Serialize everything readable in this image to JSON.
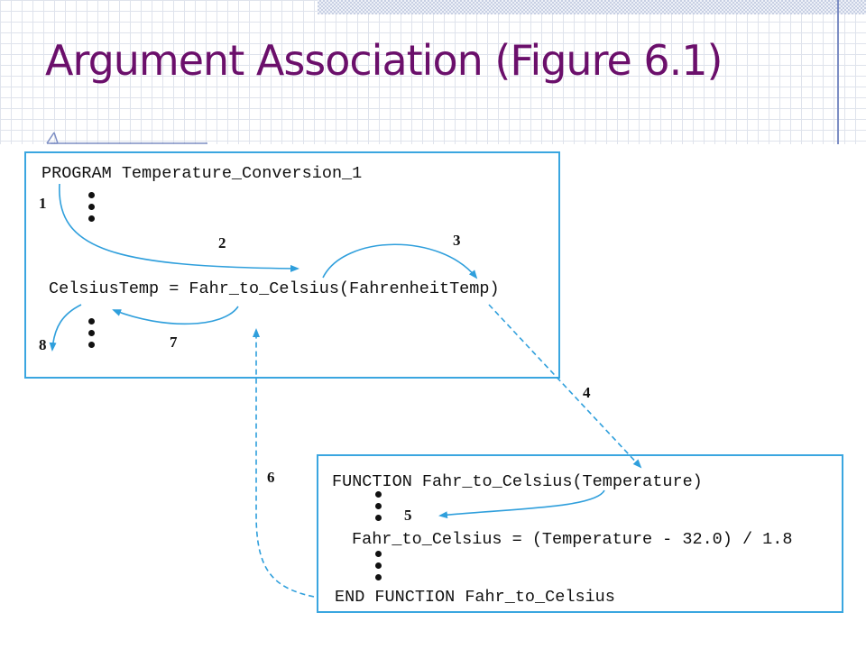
{
  "slide": {
    "title": "Argument Association (Figure 6.1)"
  },
  "figure": {
    "program_header": "PROGRAM Temperature_Conversion_1",
    "assignment_line": "CelsiusTemp = Fahr_to_Celsius(FahrenheitTemp)",
    "function_header": "FUNCTION Fahr_to_Celsius(Temperature)",
    "function_body": "Fahr_to_Celsius = (Temperature - 32.0) / 1.8",
    "function_end": "END FUNCTION Fahr_to_Celsius",
    "step_labels": [
      "1",
      "2",
      "3",
      "4",
      "5",
      "6",
      "7",
      "8"
    ]
  },
  "colors": {
    "title": "#6b0f6b",
    "box_border": "#3aa6e0",
    "arrow": "#2f9fdc"
  }
}
